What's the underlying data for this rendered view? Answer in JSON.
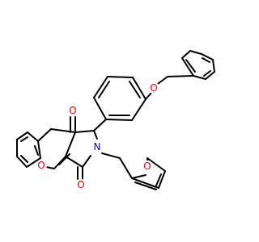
{
  "colors": {
    "background": "#ffffff",
    "bond": "#000000",
    "oxygen": "#ff0000",
    "nitrogen": "#0000ff"
  },
  "atoms": {
    "o_benzyl_ether": "O",
    "o_ketone": "O",
    "o_lactam": "O",
    "o_pyran": "O",
    "o_furan": "O",
    "n_pyrrolidone": "N"
  }
}
